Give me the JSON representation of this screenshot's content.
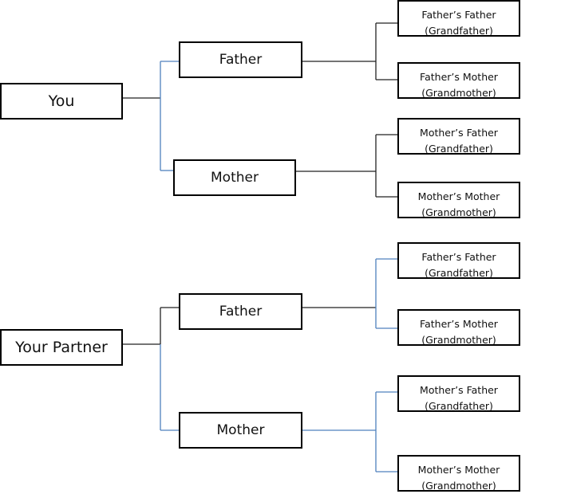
{
  "trees": [
    {
      "root": "You",
      "parents": [
        {
          "label": "Father",
          "grandparents": [
            {
              "relation": "Father’s Father",
              "role": "(Grandfather)"
            },
            {
              "relation": "Father’s Mother",
              "role": "(Grandmother)"
            }
          ]
        },
        {
          "label": "Mother",
          "grandparents": [
            {
              "relation": "Mother’s Father",
              "role": "(Grandfather)"
            },
            {
              "relation": "Mother’s Mother",
              "role": "(Grandmother)"
            }
          ]
        }
      ]
    },
    {
      "root": "Your Partner",
      "parents": [
        {
          "label": "Father",
          "grandparents": [
            {
              "relation": "Father’s Father",
              "role": "(Grandfather)"
            },
            {
              "relation": "Father’s Mother",
              "role": "(Grandmother)"
            }
          ]
        },
        {
          "label": "Mother",
          "grandparents": [
            {
              "relation": "Mother’s Father",
              "role": "(Grandfather)"
            },
            {
              "relation": "Mother’s Mother",
              "role": "(Grandmother)"
            }
          ]
        }
      ]
    }
  ],
  "colors": {
    "connector_black": "#222222",
    "connector_blue": "#4f81bd",
    "box_border": "#000000"
  }
}
